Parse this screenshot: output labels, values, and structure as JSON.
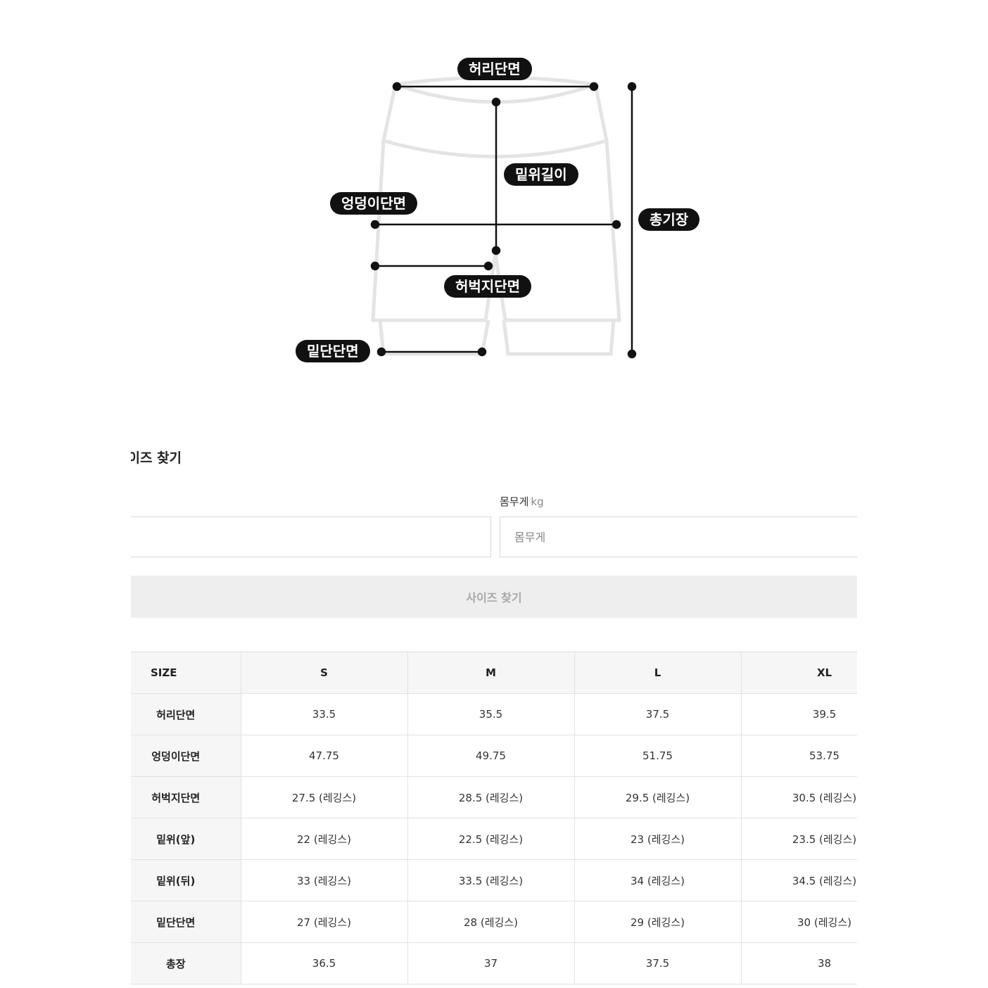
{
  "diagram": {
    "labels": {
      "waist": "허리단면",
      "rise": "밑위길이",
      "hip": "엉덩이단면",
      "total": "총기장",
      "thigh": "허벅지단면",
      "hem": "밑단단면"
    }
  },
  "finder": {
    "title": "사이즈 찾기",
    "weight_label": "몸무게",
    "weight_unit": "kg",
    "height_value": "",
    "weight_placeholder": "몸무게",
    "button_label": "사이즈 찾기"
  },
  "size_table": {
    "header_label": "SIZE",
    "sizes": [
      "S",
      "M",
      "L",
      "XL"
    ],
    "rows": [
      {
        "label": "허리단면",
        "values": [
          "33.5",
          "35.5",
          "37.5",
          "39.5"
        ]
      },
      {
        "label": "엉덩이단면",
        "values": [
          "47.75",
          "49.75",
          "51.75",
          "53.75"
        ]
      },
      {
        "label": "허벅지단면",
        "values": [
          "27.5 (레깅스)",
          "28.5 (레깅스)",
          "29.5 (레깅스)",
          "30.5 (레깅스)"
        ]
      },
      {
        "label": "밑위(앞)",
        "values": [
          "22 (레깅스)",
          "22.5 (레깅스)",
          "23 (레깅스)",
          "23.5 (레깅스)"
        ]
      },
      {
        "label": "밑위(뒤)",
        "values": [
          "33 (레깅스)",
          "33.5 (레깅스)",
          "34 (레깅스)",
          "34.5 (레깅스)"
        ]
      },
      {
        "label": "밑단단면",
        "values": [
          "27 (레깅스)",
          "28 (레깅스)",
          "29 (레깅스)",
          "30 (레깅스)"
        ]
      },
      {
        "label": "총장",
        "values": [
          "36.5",
          "37",
          "37.5",
          "38"
        ]
      }
    ]
  }
}
